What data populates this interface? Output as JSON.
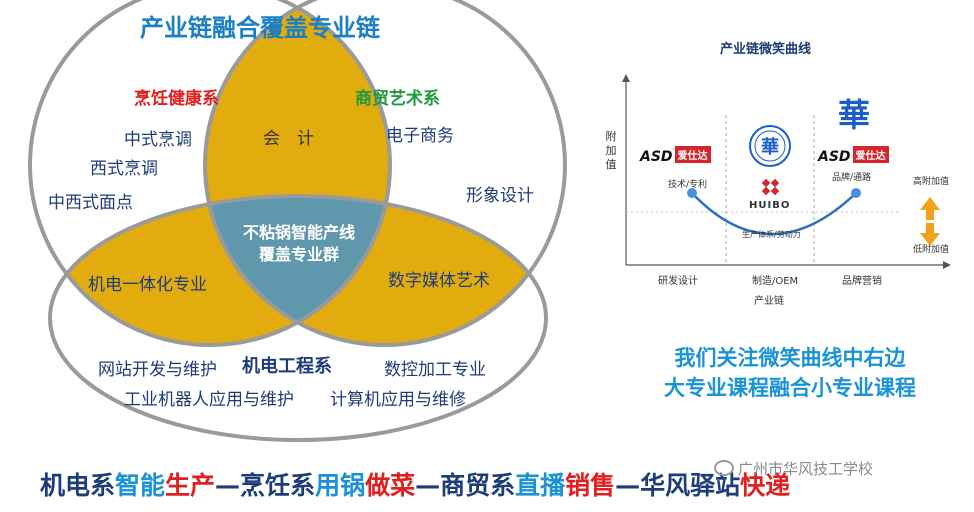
{
  "venn": {
    "title": "产业链融合覆盖专业链",
    "circles": {
      "cooking": "烹饪健康系",
      "trade": "商贸艺术系",
      "mechanical": "机电工程系"
    },
    "cooking_items": [
      "中式烹调",
      "西式烹调",
      "中西式面点"
    ],
    "trade_items": [
      "电子商务",
      "形象设计"
    ],
    "mechanical_items": [
      "网站开发与维护",
      "数控加工专业",
      "工业机器人应用与维护",
      "计算机应用与维修"
    ],
    "intersections": {
      "cooking_trade": "会　计",
      "cooking_mechanical": "机电一体化专业",
      "trade_mechanical": "数字媒体艺术",
      "center_line1": "不粘锅智能产线",
      "center_line2": "覆盖专业群"
    },
    "colors": {
      "gold": "#e2ac0e",
      "center": "#5f98ad",
      "outline": "#9a9a9a"
    }
  },
  "smile_curve": {
    "title": "产业链微笑曲线",
    "y_label": "附加值",
    "x_label": "产业链",
    "x_categories": [
      "研发设计",
      "制造/OEM",
      "品牌营销"
    ],
    "points": [
      "技术/专利",
      "生产体系/劳动力",
      "品牌/通路"
    ],
    "right_high": "高附加值",
    "right_low": "低附加值",
    "brand_left": "ASD",
    "brand_left_tag": "爱仕达",
    "brand_right": "ASD",
    "brand_right_tag": "爱仕达",
    "hua_char": "華",
    "huibo": "HUIBO"
  },
  "note": {
    "line1": "我们关注微笑曲线中右边",
    "line2": "大专业课程融合小专业课程"
  },
  "footer": {
    "p1": "机电系",
    "p2": "智能",
    "p3": "生产",
    "p4": "—烹饪系",
    "p5": "用锅",
    "p6": "做菜",
    "p7": "—商贸系",
    "p8": "直播",
    "p9": "销售",
    "p10": "—华风驿站",
    "p11": "快递"
  },
  "watermark": "广州市华风技工学校"
}
